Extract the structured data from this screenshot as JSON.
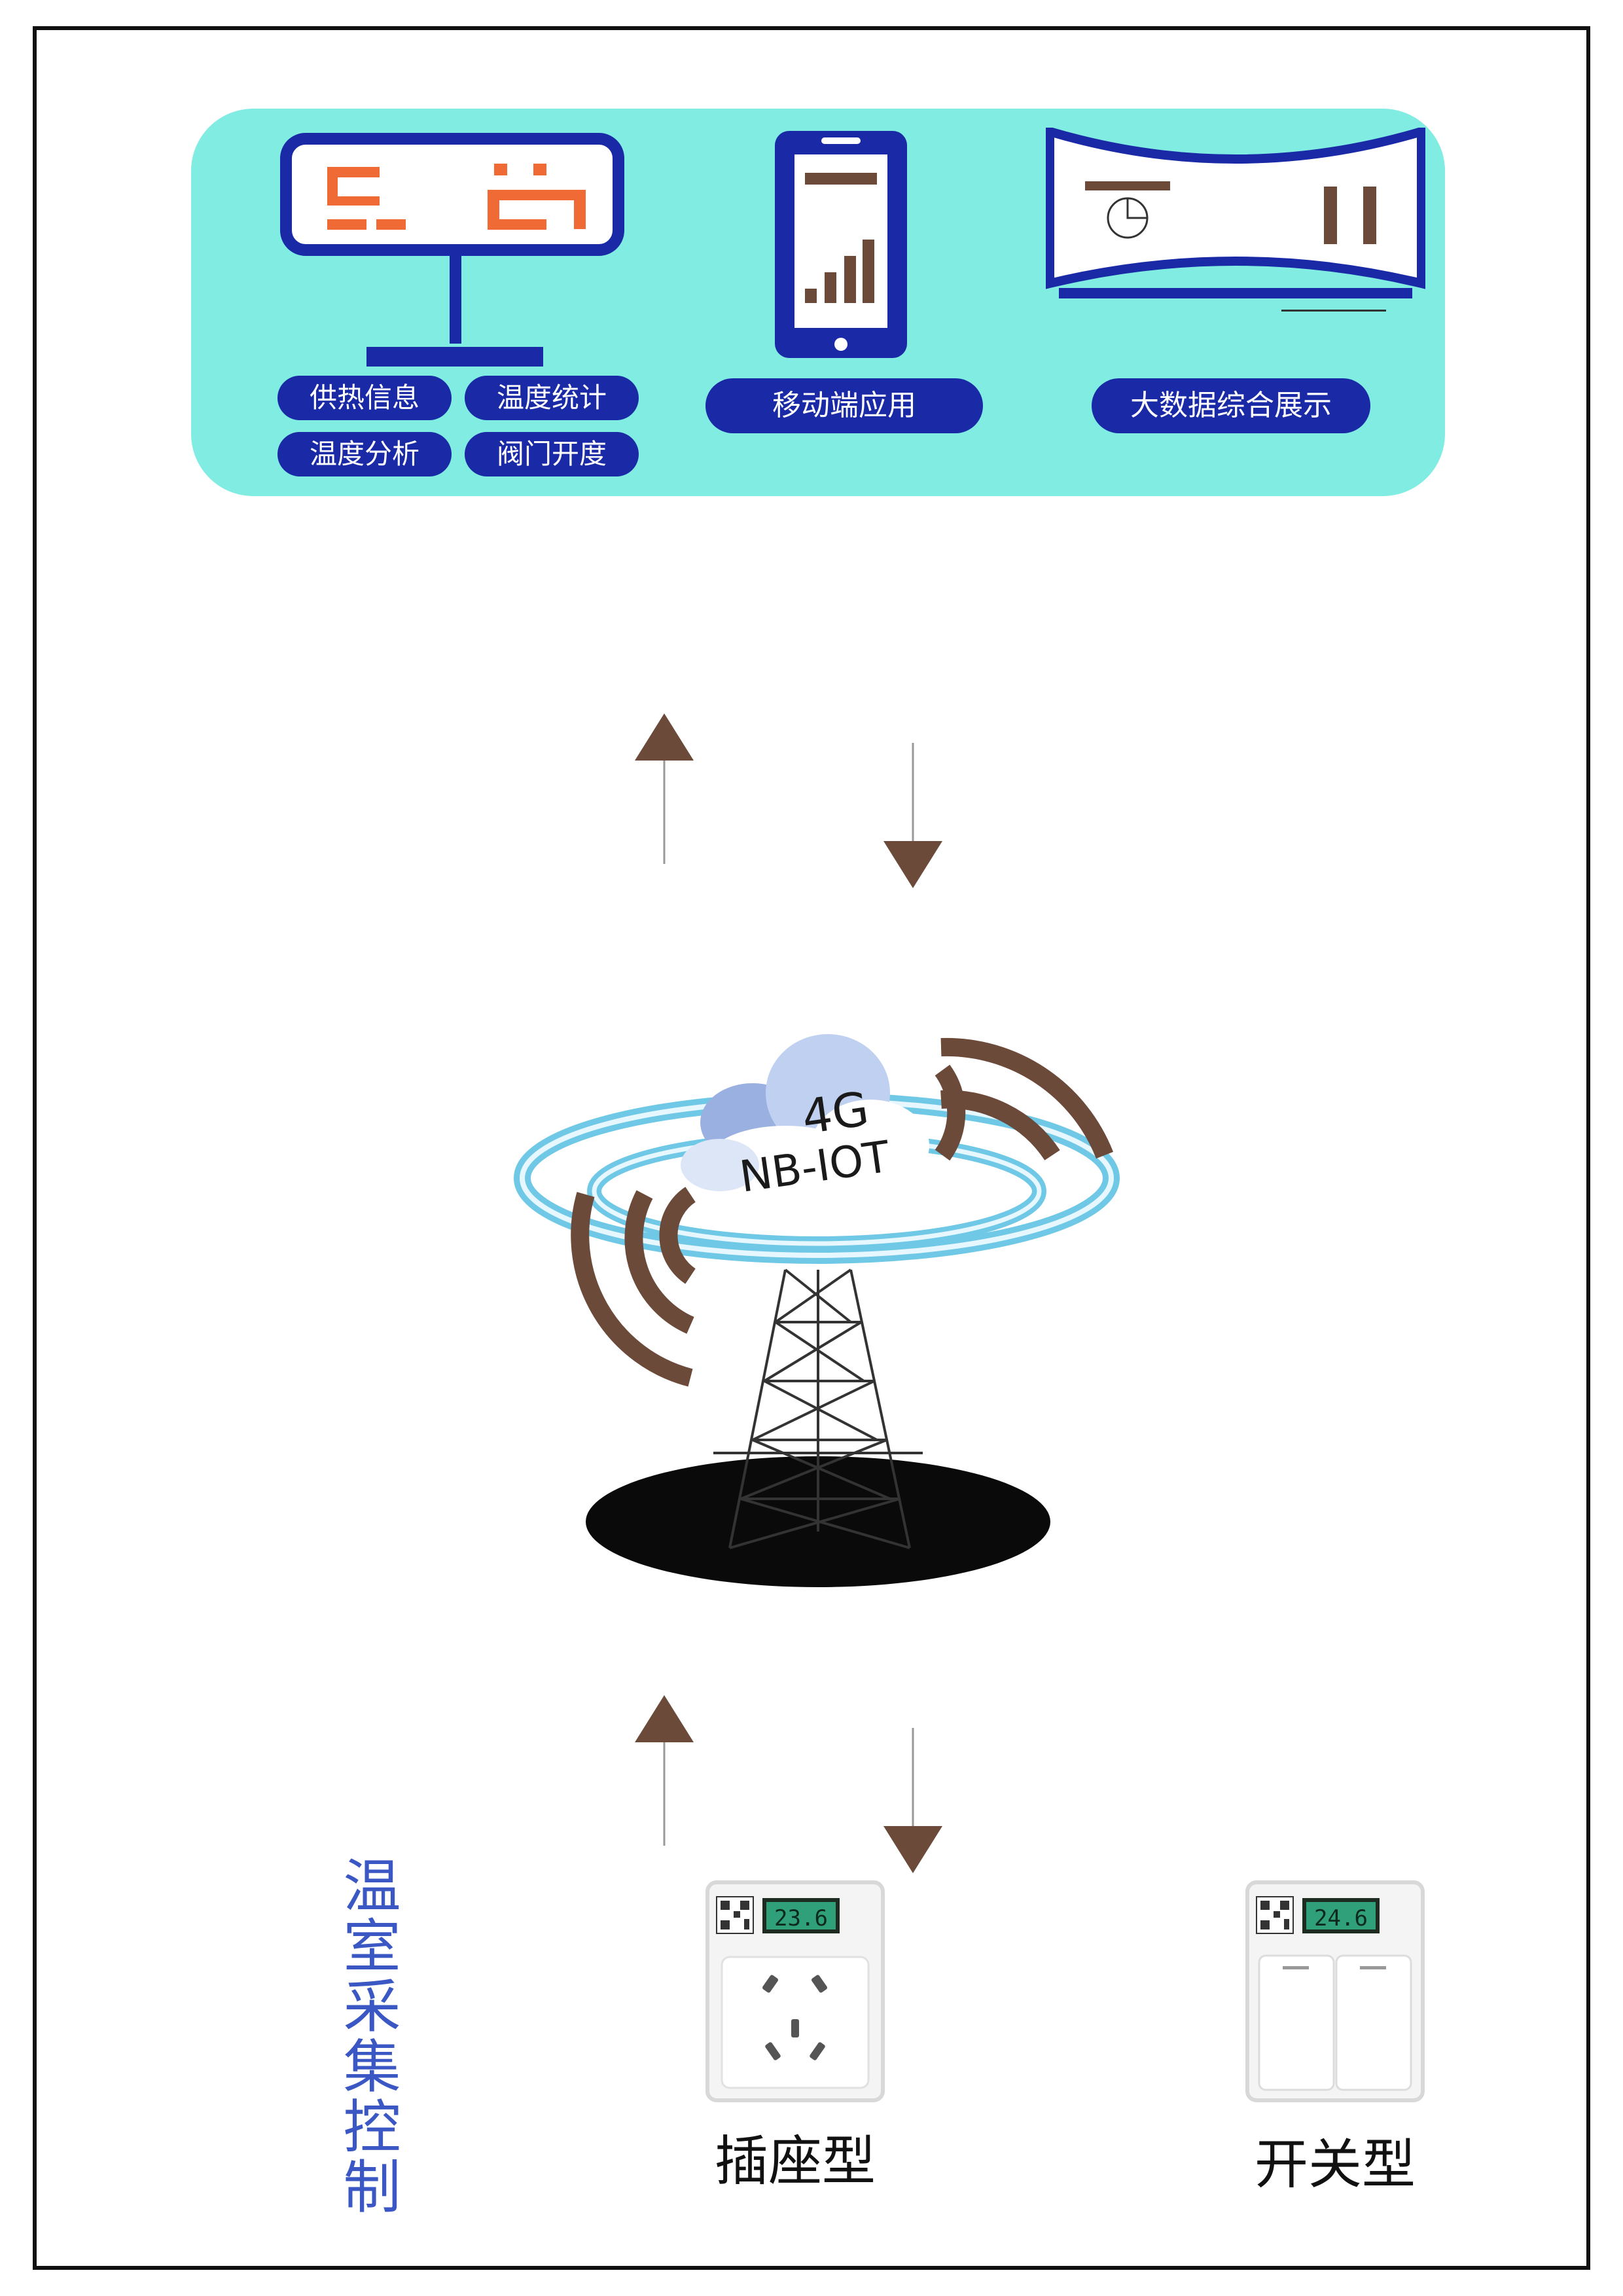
{
  "modules": {
    "heating_tags": [
      "供热信息",
      "温度统计",
      "温度分析",
      "阀门开度"
    ],
    "mobile_label": "移动端应用",
    "bigdata_label": "大数据综合展示"
  },
  "network": {
    "line1": "4G",
    "line2": "NB-IOT"
  },
  "collection": {
    "title": "温室采集控制",
    "device_socket": "插座型",
    "device_switch": "开关型",
    "socket_display": "23.6",
    "switch_display": "24.6"
  },
  "colors": {
    "panel_bg": "#80ece2",
    "navy": "#1a2aa6",
    "orange": "#f06a35",
    "brown": "#6b4a3a",
    "title_blue": "#3a57c4"
  }
}
